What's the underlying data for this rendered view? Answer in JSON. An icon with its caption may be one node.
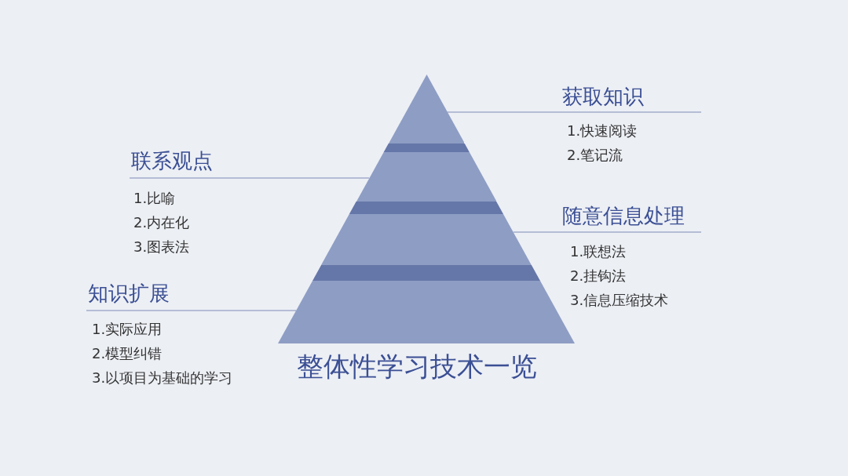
{
  "diagram": {
    "title": "整体性学习技术一览",
    "nodes": [
      {
        "text": [],
        "shape": "triangle"
      },
      {
        "text": [],
        "shape": "trapezoid"
      },
      {
        "text": [],
        "shape": "trapezoid"
      },
      {
        "text": [],
        "shape": "trapezoid"
      },
      {
        "text": [
          "获取知识"
        ]
      },
      {
        "text": [
          "联系观点"
        ]
      },
      {
        "text": [
          "随意信息处理"
        ]
      },
      {
        "text": [
          "知识扩展"
        ]
      }
    ],
    "edges": [
      {
        "from": 4,
        "to": 0,
        "arrow": "none"
      },
      {
        "from": 5,
        "to": 1,
        "arrow": "none"
      },
      {
        "from": 6,
        "to": 2,
        "arrow": "none"
      },
      {
        "from": 7,
        "to": 3,
        "arrow": "none"
      }
    ],
    "labels": [
      "1.快速阅读",
      "2.笔记流",
      "1.比喻",
      "2.内在化",
      "3.图表法",
      "1.联想法",
      "2.挂钩法",
      "3.信息压缩技术",
      "1.实际应用",
      "2.模型纠错",
      "3.以项目为基础的学习"
    ]
  }
}
